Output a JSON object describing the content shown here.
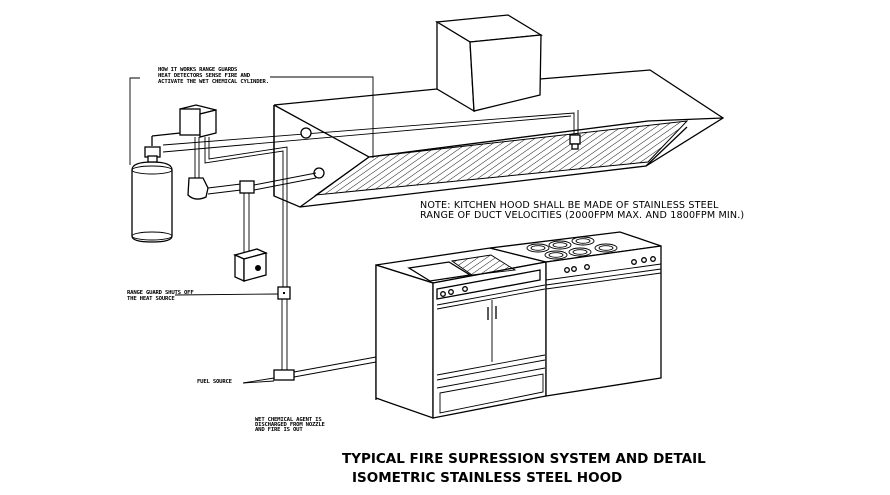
{
  "drawing": {
    "title_line1": "TYPICAL FIRE SUPRESSION SYSTEM AND DETAIL",
    "title_line2": "ISOMETRIC STAINLESS STEEL HOOD",
    "note_line1": "NOTE: KITCHEN HOOD SHALL BE MADE OF STAINLESS STEEL",
    "note_line2": "RANGE OF DUCT VELOCITIES (2000FPM MAX. AND 1800FPM MIN.)"
  },
  "callouts": {
    "how_it_works": [
      "HOW IT WORKS RANGE GUARDS",
      "HEAT DETECTORS SENSE FIRE AND",
      "ACTIVATE THE WET CHEMICAL CYLINDER."
    ],
    "range_guard": [
      "RANGE GUARD SHUTS OFF",
      "THE HEAT SOURCE"
    ],
    "fuel_source": "FUEL SOURCE",
    "wet_chemical": [
      "WET CHEMICAL AGENT IS",
      "DISCHARGED FROM NOZZLE",
      "AND FIRE IS OUT"
    ]
  },
  "components": [
    "exhaust-fan-box",
    "kitchen-hood",
    "grease-filter",
    "heat-detector",
    "nozzle",
    "wet-chemical-cylinder",
    "control-box",
    "manual-pull-station",
    "gas-shutoff-valve",
    "fryer-cabinet",
    "range-oven"
  ]
}
